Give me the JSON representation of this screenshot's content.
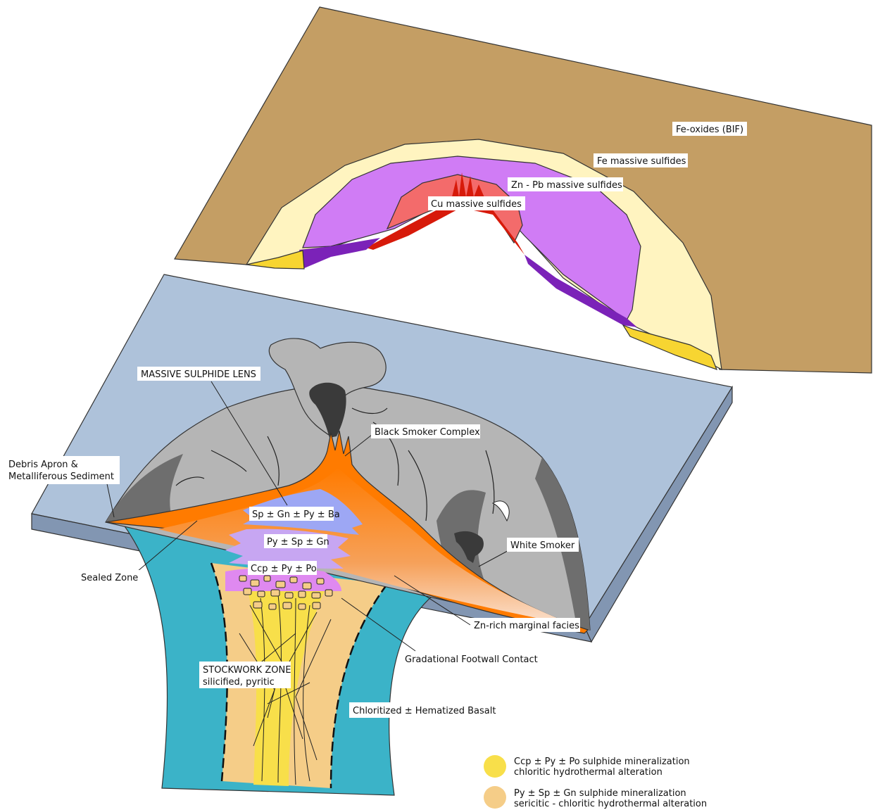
{
  "colors": {
    "fe_oxides": "#c49e64",
    "fe_massive": "#fff4c0",
    "zn_pb_massive": "#d07cf5",
    "cu_massive": "#f36b6b",
    "cu_feeder": "#d71a0a",
    "dark_purple": "#7b22b8",
    "yellow_edge": "#f7d531",
    "seafloor": "#aec2da",
    "seafloor_side": "#8296b2",
    "mound_grey": "#b5b5b5",
    "mound_dark": "#6e6e6e",
    "smoker_black": "#3a3a3a",
    "orange_sulphide": "#ff7b00",
    "sp_gn_py_ba": "#9da7f4",
    "py_sp_gn": "#c7a6f2",
    "ccp_py_po": "#df89f0",
    "basalt": "#3bb3c8",
    "stockwork_sericitic": "#f5cd88",
    "stockwork_chloritic": "#f8df4a"
  },
  "upper_block": {
    "labels": {
      "fe_oxides": "Fe-oxides (BIF)",
      "fe_massive": "Fe massive sulfides",
      "zn_pb": "Zn - Pb massive sulfides",
      "cu_massive": "Cu massive sulfides"
    }
  },
  "lower_block": {
    "labels": {
      "massive_lens": "MASSIVE SULPHIDE LENS",
      "black_smoker": "Black Smoker Complex",
      "debris_line1": "Debris Apron &",
      "debris_line2": "Metalliferous Sediment",
      "sp_gn_py_ba": "Sp ± Gn ± Py ± Ba",
      "py_sp_gn": "Py ± Sp ± Gn",
      "ccp_py_po": "Ccp ± Py ± Po",
      "white_smoker": "White Smoker",
      "sealed_zone": "Sealed Zone",
      "zn_rich": "Zn-rich marginal facies",
      "gradational": "Gradational Footwall Contact",
      "stockwork_line1": "STOCKWORK ZONE",
      "stockwork_line2": "silicified, pyritic",
      "chloritized": "Chloritized ± Hematized Basalt"
    }
  },
  "legend": [
    {
      "line1": "Ccp ± Py ± Po sulphide mineralization",
      "line2": "chloritic hydrothermal alteration",
      "color": "#f8df4a"
    },
    {
      "line1": "Py ± Sp ± Gn sulphide mineralization",
      "line2": "sericitic - chloritic hydrothermal alteration",
      "color": "#f5cd88"
    }
  ]
}
